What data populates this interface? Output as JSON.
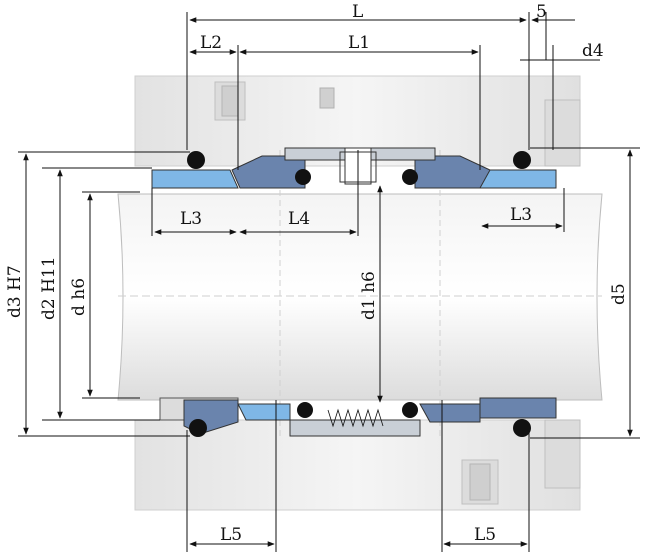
{
  "labels": {
    "L": "L",
    "five": "5",
    "L2": "L2",
    "L1": "L1",
    "d4": "d4",
    "L3_left": "L3",
    "L4": "L4",
    "L3_right": "L3",
    "d3": "d3 H7",
    "d2": "d2 H11",
    "d": "d h6",
    "d1": "d1 h6",
    "d5": "d5",
    "L5_left": "L5",
    "L5_right": "L5"
  },
  "colors": {
    "housing": "#ececec",
    "housing_shade": "#d4d4d4",
    "shaft": "#e6e6e6",
    "seal_ring": "#6a84ad",
    "seat_blue": "#7fb7e6",
    "oring": "#111111",
    "sleeve": "#c9cfd6",
    "dim": "#111111"
  }
}
